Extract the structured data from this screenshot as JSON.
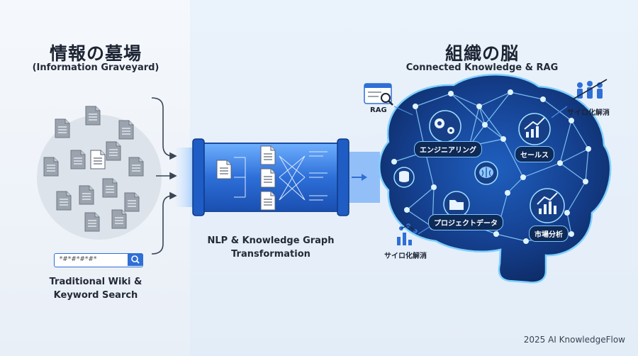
{
  "left": {
    "title": "情報の墓場",
    "subtitle": "(Information Graveyard)",
    "caption_line1": "Traditional Wiki &",
    "caption_line2": "Keyword Search",
    "search_query": "*#*#*#*#*"
  },
  "middle": {
    "caption_line1": "NLP & Knowledge Graph",
    "caption_line2": "Transformation"
  },
  "right": {
    "title": "組織の脳",
    "subtitle": "Connected Knowledge & RAG",
    "labels": {
      "rag": "RAG",
      "silo_top": "サイロ化解消",
      "silo_bottom": "サイロ化解消",
      "engineering": "エンジニアリング",
      "sales": "セールス",
      "project_data": "プロジェクトデータ",
      "market_analysis": "市場分析"
    }
  },
  "footer": "2025 AI KnowledgeFlow",
  "colors": {
    "accent": "#2f6fd6",
    "brain_dark": "#0f2f6b",
    "glow": "#7fd0ff",
    "doc_gray": "#9aa3ae"
  },
  "icons": [
    "document-icon",
    "search-icon",
    "gear-icon",
    "chart-icon",
    "database-icon",
    "brain-icon",
    "folder-icon",
    "people-icon",
    "network-icon"
  ]
}
